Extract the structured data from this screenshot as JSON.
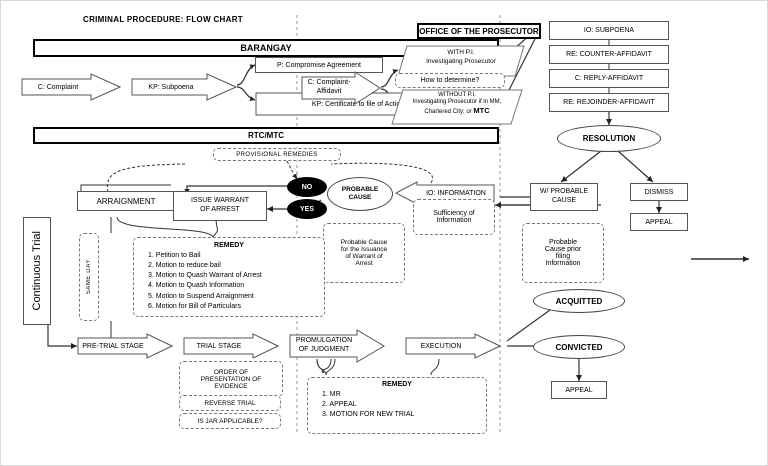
{
  "title": "CRIMINAL PROCEDURE: FLOW CHART",
  "bands": {
    "barangay": "BARANGAY",
    "prosecutor": "OFFICE OF THE PROSECUTOR",
    "court": "RTC/MTC"
  },
  "barangay_flow": {
    "complaint": "C: Complaint",
    "subpoena": "KP: Subpoena",
    "compromise": "P: Compromise Agreement",
    "certificate": "KP: Certificate to file of Action"
  },
  "prosecutor": {
    "complaint_affidavit": "C: Complaint-Affidavit",
    "with_pi_line1": "WITH P.I.",
    "with_pi_line2": "Investigating Prosecutor",
    "how_to_determine": "How to determine?",
    "without_pi_line1": "WITHOUT P.I.",
    "without_pi_line2": "Investigating Prosecutor if in MM,",
    "without_pi_line3": "Chartered City; or ",
    "without_pi_bold": "MTC"
  },
  "affidavit_chain": [
    "IO: SUBPOENA",
    "RE: COUNTER-AFFIDAVIT",
    "C: REPLY-AFFIDAVIT",
    "RE: REJOINDER-AFFIDAVIT"
  ],
  "resolution": {
    "label": "RESOLUTION",
    "with_probable_cause": "W/ PROBABLE CAUSE",
    "dismiss": "DISMISS",
    "appeal": "APPEAL",
    "note_l1": "Probable",
    "note_l2": "Cause prior",
    "note_l3": "filing",
    "note_l4": "Information"
  },
  "court": {
    "provisional_remedies": "PROVISIONAL REMEDIES",
    "arraignment": "ARRAIGNMENT",
    "issue_warrant_l1": "ISSUE WARRANT",
    "issue_warrant_l2": "OF ARREST",
    "no": "NO",
    "yes": "YES",
    "probable_cause_l1": "PROBABLE",
    "probable_cause_l2": "CAUSE",
    "pc_note_l1": "Probable Cause",
    "pc_note_l2": "for the Issuance",
    "pc_note_l3": "of Warrant of",
    "pc_note_l4": "Arrest",
    "information": "IO: INFORMATION",
    "sufficiency_l1": "Sufficiency of",
    "sufficiency_l2": "Information",
    "continuous_trial": "Continuous Trial",
    "same_day": "SAME DAY"
  },
  "remedy_arraignment": {
    "heading": "REMEDY",
    "items": [
      "1. Petition to Bail",
      "2. Motion to reduce bail",
      "3. Motion to Quash Warrant of Arrest",
      "4. Motion to Quash Information",
      "5. Motion to Suspend Arraignment",
      "6. Motion for Bill of Particulars"
    ]
  },
  "stages": {
    "pre_trial": "PRE-TRIAL STAGE",
    "trial": "TRIAL STAGE",
    "promulgation_l1": "PROMULGATION",
    "promulgation_l2": "OF JUDGMENT",
    "execution": "EXECUTION"
  },
  "trial_notes": {
    "order_l1": "ORDER OF",
    "order_l2": "PRESENTATION OF",
    "order_l3": "EVIDENCE",
    "reverse_trial": "REVERSE TRIAL",
    "jar": "IS JAR APPLICABLE?"
  },
  "remedy_judgment": {
    "heading": "REMEDY",
    "items": [
      "1. MR",
      "2. APPEAL",
      "3. MOTION FOR NEW TRIAL"
    ]
  },
  "verdict": {
    "acquitted": "ACQUITTED",
    "convicted": "CONVICTED",
    "appeal": "APPEAL"
  },
  "colors": {
    "ink": "#000000",
    "line": "#555555",
    "dashed": "#777777",
    "fill": "#ffffff"
  }
}
